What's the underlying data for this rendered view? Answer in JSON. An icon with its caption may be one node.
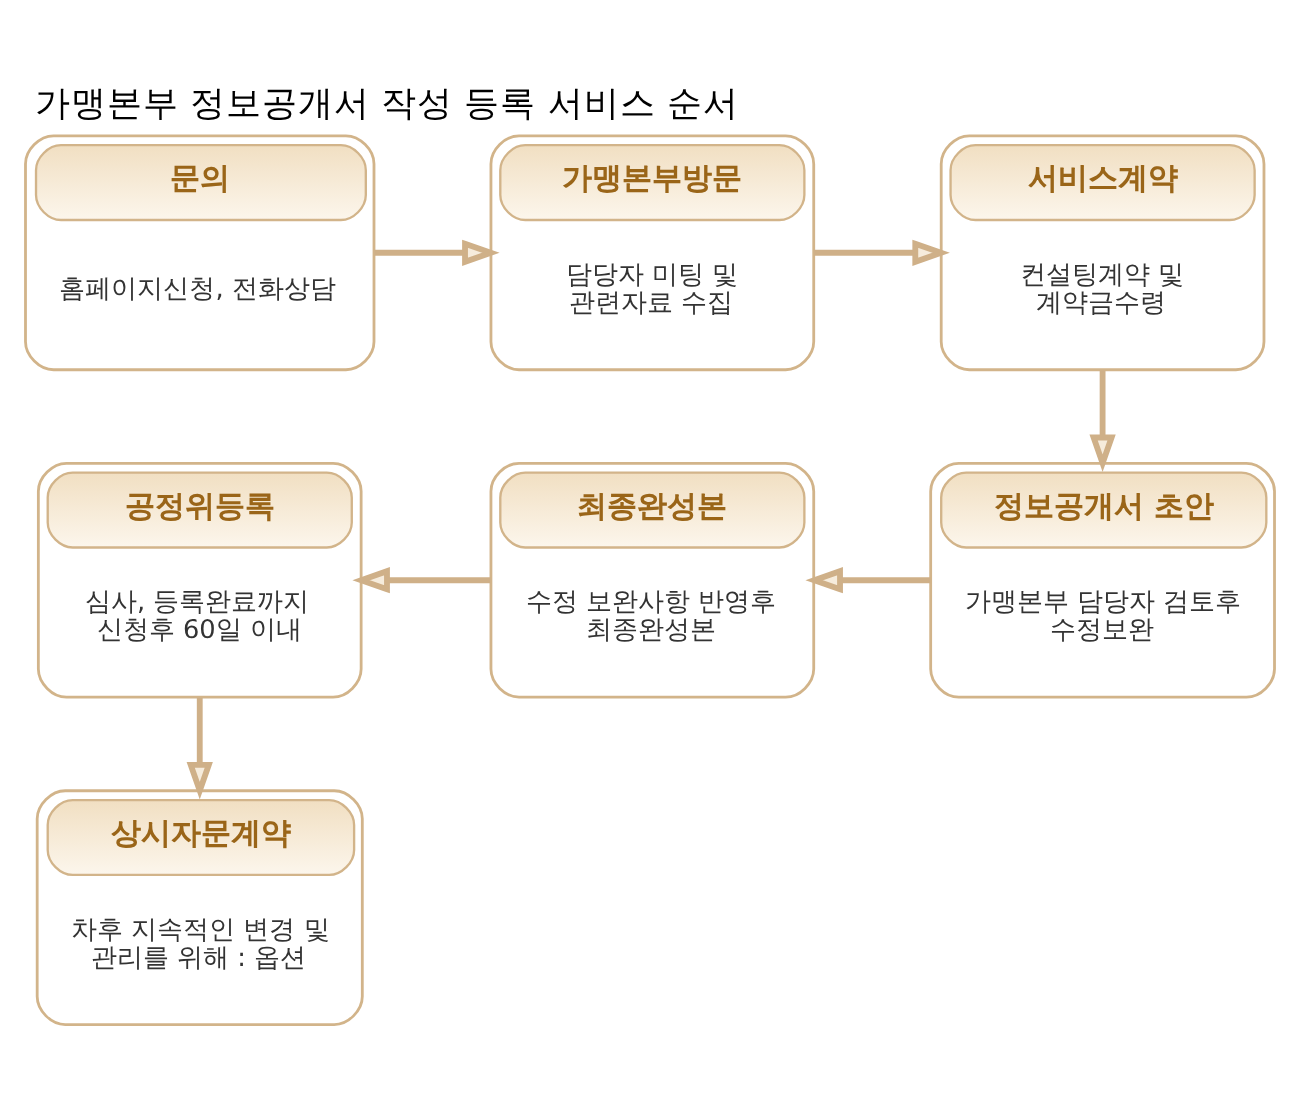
{
  "diagram": {
    "title": "가맹본부 정보공개서 작성 등록 서비스 순서",
    "nodes": [
      {
        "text": [
          "문의",
          "홈페이지신청, 전화상담"
        ]
      },
      {
        "text": [
          "가맹본부방문",
          "담당자 미팅 및 관련자료 수집"
        ]
      },
      {
        "text": [
          "서비스계약",
          "컨설팅계약 및 계약금수령"
        ]
      },
      {
        "text": [
          "정보공개서 초안",
          "가맹본부 담당자 검토후 수정보완"
        ]
      },
      {
        "text": [
          "최종완성본",
          "수정 보완사항 반영후 최종완성본"
        ]
      },
      {
        "text": [
          "공정위등록",
          "심사, 등록완료까지 신청후 60일 이내"
        ]
      },
      {
        "text": [
          "상시자문계약",
          "차후 지속적인 변경 및 관리를 위해 : 옵션"
        ]
      }
    ],
    "edges": [
      {
        "from": 0,
        "to": 1,
        "arrow": "to"
      },
      {
        "from": 1,
        "to": 2,
        "arrow": "to"
      },
      {
        "from": 2,
        "to": 3,
        "arrow": "to"
      },
      {
        "from": 3,
        "to": 4,
        "arrow": "to"
      },
      {
        "from": 4,
        "to": 5,
        "arrow": "to"
      },
      {
        "from": 5,
        "to": 6,
        "arrow": "to"
      }
    ]
  }
}
